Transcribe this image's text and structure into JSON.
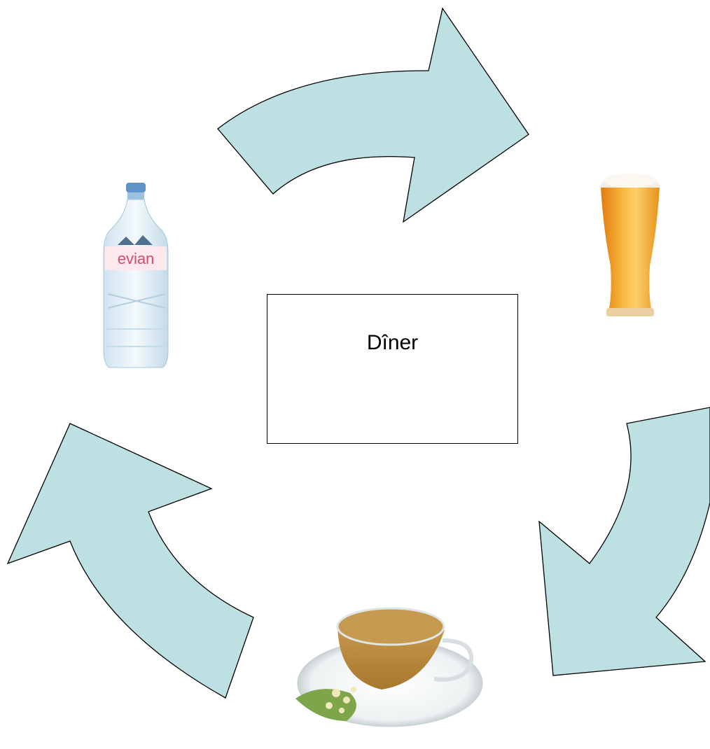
{
  "center": {
    "label": "Dîner"
  },
  "colors": {
    "arrow_fill": "#bde0e3",
    "arrow_stroke": "#000000",
    "background": "#ffffff"
  },
  "images": {
    "water_bottle": {
      "icon": "water-bottle-icon",
      "brand_text": "evian"
    },
    "beer": {
      "icon": "beer-glass-icon"
    },
    "tea": {
      "icon": "tea-cup-icon"
    }
  },
  "arrows": [
    {
      "name": "arrow-top",
      "direction": "clockwise"
    },
    {
      "name": "arrow-right",
      "direction": "clockwise"
    },
    {
      "name": "arrow-left",
      "direction": "clockwise"
    }
  ]
}
